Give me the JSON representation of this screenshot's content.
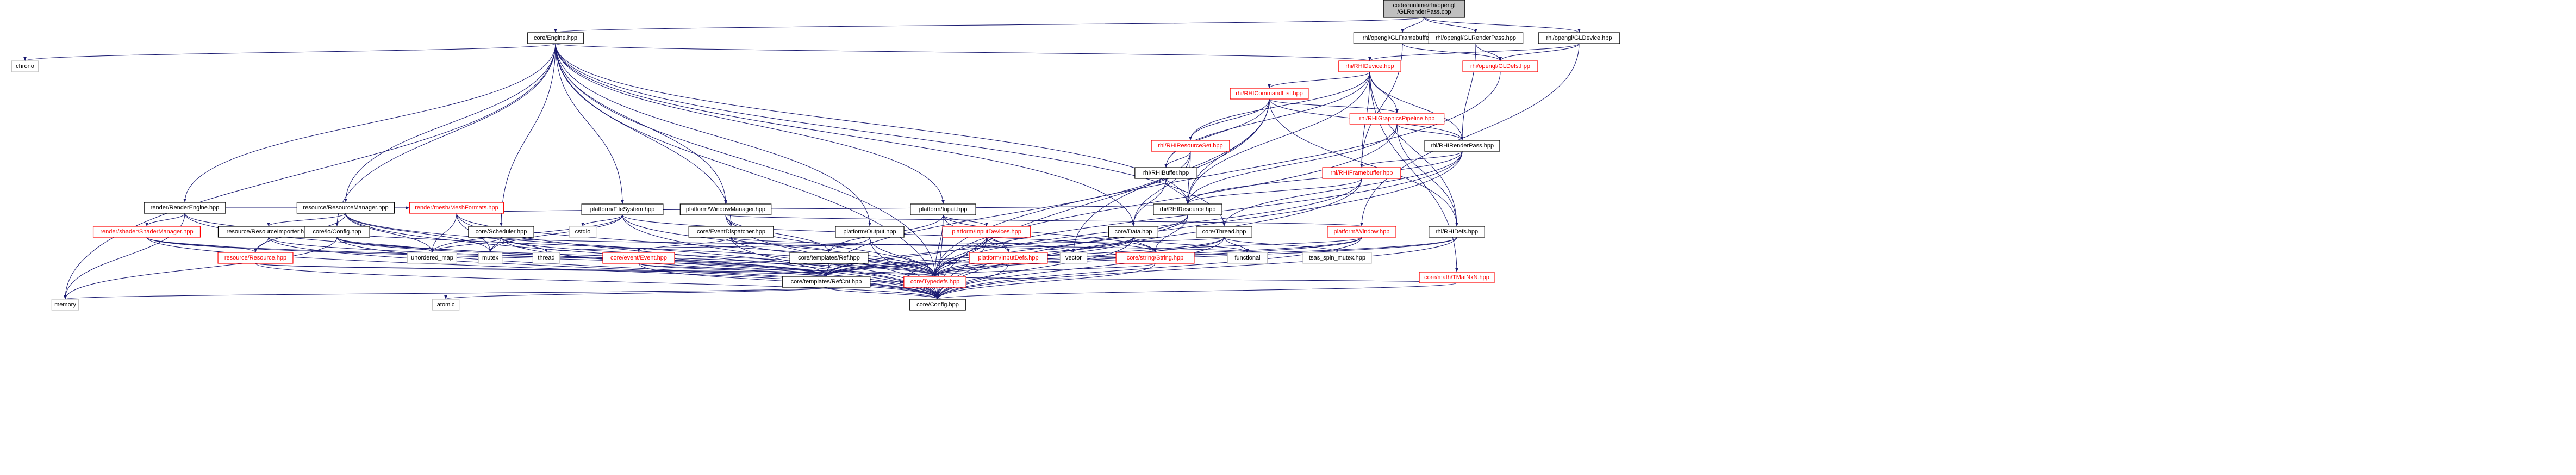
{
  "diagram": {
    "root": "n0",
    "colors": {
      "edge": "#191970",
      "text_normal": "#000000",
      "text_red": "#ff0000",
      "border_normal": "#000000",
      "border_red": "#ff0000",
      "border_gray": "#bfbfbf",
      "fill_root": "#bfbfbf",
      "fill_normal": "#ffffff"
    },
    "nodes": [
      {
        "id": "n0",
        "label": "code/runtime/rhi/opengl\n/GLRenderPass.cpp",
        "style": "root"
      },
      {
        "id": "n1",
        "label": "core/Engine.hpp",
        "style": "normal"
      },
      {
        "id": "n2",
        "label": "rhi/opengl/GLFramebuffer.hpp",
        "style": "normal"
      },
      {
        "id": "n3",
        "label": "rhi/opengl/GLRenderPass.hpp",
        "style": "normal"
      },
      {
        "id": "n4",
        "label": "rhi/opengl/GLDevice.hpp",
        "style": "normal"
      },
      {
        "id": "n5",
        "label": "chrono",
        "style": "gray"
      },
      {
        "id": "n6",
        "label": "rhi/RHIDevice.hpp",
        "style": "red"
      },
      {
        "id": "n7",
        "label": "rhi/opengl/GLDefs.hpp",
        "style": "red"
      },
      {
        "id": "n8",
        "label": "rhi/RHICommandList.hpp",
        "style": "red"
      },
      {
        "id": "n9",
        "label": "rhi/RHIGraphicsPipeline.hpp",
        "style": "red"
      },
      {
        "id": "n10",
        "label": "rhi/RHIResourceSet.hpp",
        "style": "red"
      },
      {
        "id": "n11",
        "label": "rhi/RHIRenderPass.hpp",
        "style": "normal"
      },
      {
        "id": "n12",
        "label": "rhi/RHIBuffer.hpp",
        "style": "normal"
      },
      {
        "id": "n13",
        "label": "rhi/RHIFramebuffer.hpp",
        "style": "red"
      },
      {
        "id": "n14",
        "label": "render/RenderEngine.hpp",
        "style": "normal"
      },
      {
        "id": "n15",
        "label": "resource/ResourceManager.hpp",
        "style": "normal"
      },
      {
        "id": "n16",
        "label": "render/mesh/MeshFormats.hpp",
        "style": "red"
      },
      {
        "id": "n17",
        "label": "platform/FileSystem.hpp",
        "style": "normal"
      },
      {
        "id": "n18",
        "label": "platform/WindowManager.hpp",
        "style": "normal"
      },
      {
        "id": "n19",
        "label": "platform/Input.hpp",
        "style": "normal"
      },
      {
        "id": "n20",
        "label": "rhi/RHIResource.hpp",
        "style": "normal"
      },
      {
        "id": "n21",
        "label": "render/shader/ShaderManager.hpp",
        "style": "red"
      },
      {
        "id": "n22",
        "label": "resource/ResourceImporter.hpp",
        "style": "normal"
      },
      {
        "id": "n23",
        "label": "core/io/Config.hpp",
        "style": "normal"
      },
      {
        "id": "n24",
        "label": "core/Scheduler.hpp",
        "style": "normal"
      },
      {
        "id": "n25",
        "label": "cstdio",
        "style": "gray"
      },
      {
        "id": "n26",
        "label": "core/EventDispatcher.hpp",
        "style": "normal"
      },
      {
        "id": "n27",
        "label": "platform/Output.hpp",
        "style": "normal"
      },
      {
        "id": "n28",
        "label": "platform/InputDevices.hpp",
        "style": "red"
      },
      {
        "id": "n29",
        "label": "core/Data.hpp",
        "style": "normal"
      },
      {
        "id": "n30",
        "label": "core/Thread.hpp",
        "style": "normal"
      },
      {
        "id": "n31",
        "label": "platform/Window.hpp",
        "style": "red"
      },
      {
        "id": "n32",
        "label": "rhi/RHIDefs.hpp",
        "style": "normal"
      },
      {
        "id": "n33",
        "label": "resource/Resource.hpp",
        "style": "red"
      },
      {
        "id": "n34",
        "label": "unordered_map",
        "style": "gray"
      },
      {
        "id": "n35",
        "label": "mutex",
        "style": "gray"
      },
      {
        "id": "n36",
        "label": "core/event/Event.hpp",
        "style": "red"
      },
      {
        "id": "n37",
        "label": "core/templates/Ref.hpp",
        "style": "normal"
      },
      {
        "id": "n38",
        "label": "thread",
        "style": "gray"
      },
      {
        "id": "n39",
        "label": "platform/InputDefs.hpp",
        "style": "red"
      },
      {
        "id": "n40",
        "label": "vector",
        "style": "gray"
      },
      {
        "id": "n41",
        "label": "core/string/String.hpp",
        "style": "red"
      },
      {
        "id": "n42",
        "label": "functional",
        "style": "gray"
      },
      {
        "id": "n43",
        "label": "tsas_spin_mutex.hpp",
        "style": "gray"
      },
      {
        "id": "n44",
        "label": "core/math/TMatNxN.hpp",
        "style": "red"
      },
      {
        "id": "n45",
        "label": "core/templates/RefCnt.hpp",
        "style": "normal"
      },
      {
        "id": "n46",
        "label": "core/Typedefs.hpp",
        "style": "red"
      },
      {
        "id": "n47",
        "label": "memory",
        "style": "gray"
      },
      {
        "id": "n48",
        "label": "atomic",
        "style": "gray"
      },
      {
        "id": "n49",
        "label": "core/Config.hpp",
        "style": "normal"
      }
    ],
    "edges": [
      [
        "n0",
        "n1"
      ],
      [
        "n0",
        "n2"
      ],
      [
        "n0",
        "n3"
      ],
      [
        "n0",
        "n4"
      ],
      [
        "n1",
        "n5"
      ],
      [
        "n1",
        "n47"
      ],
      [
        "n1",
        "n6"
      ],
      [
        "n1",
        "n14"
      ],
      [
        "n1",
        "n15"
      ],
      [
        "n1",
        "n17"
      ],
      [
        "n1",
        "n18"
      ],
      [
        "n1",
        "n19"
      ],
      [
        "n1",
        "n23"
      ],
      [
        "n1",
        "n24"
      ],
      [
        "n1",
        "n26"
      ],
      [
        "n1",
        "n27"
      ],
      [
        "n1",
        "n20"
      ],
      [
        "n1",
        "n46"
      ],
      [
        "n1",
        "n49"
      ],
      [
        "n1",
        "n29"
      ],
      [
        "n1",
        "n30"
      ],
      [
        "n2",
        "n13"
      ],
      [
        "n2",
        "n7"
      ],
      [
        "n3",
        "n11"
      ],
      [
        "n3",
        "n7"
      ],
      [
        "n4",
        "n6"
      ],
      [
        "n4",
        "n7"
      ],
      [
        "n4",
        "n31"
      ],
      [
        "n6",
        "n8"
      ],
      [
        "n6",
        "n9"
      ],
      [
        "n6",
        "n10"
      ],
      [
        "n6",
        "n11"
      ],
      [
        "n6",
        "n12"
      ],
      [
        "n6",
        "n13"
      ],
      [
        "n6",
        "n20"
      ],
      [
        "n6",
        "n32"
      ],
      [
        "n6",
        "n44"
      ],
      [
        "n7",
        "n46"
      ],
      [
        "n8",
        "n9"
      ],
      [
        "n8",
        "n10"
      ],
      [
        "n8",
        "n11"
      ],
      [
        "n8",
        "n12"
      ],
      [
        "n8",
        "n20"
      ],
      [
        "n8",
        "n32"
      ],
      [
        "n8",
        "n40"
      ],
      [
        "n8",
        "n49"
      ],
      [
        "n9",
        "n11"
      ],
      [
        "n9",
        "n20"
      ],
      [
        "n9",
        "n32"
      ],
      [
        "n9",
        "n46"
      ],
      [
        "n10",
        "n12"
      ],
      [
        "n10",
        "n20"
      ],
      [
        "n10",
        "n29"
      ],
      [
        "n10",
        "n45"
      ],
      [
        "n11",
        "n13"
      ],
      [
        "n11",
        "n20"
      ],
      [
        "n11",
        "n30"
      ],
      [
        "n11",
        "n46"
      ],
      [
        "n11",
        "n49"
      ],
      [
        "n12",
        "n20"
      ],
      [
        "n12",
        "n29"
      ],
      [
        "n13",
        "n20"
      ],
      [
        "n13",
        "n46"
      ],
      [
        "n13",
        "n49"
      ],
      [
        "n14",
        "n16"
      ],
      [
        "n14",
        "n21"
      ],
      [
        "n14",
        "n47"
      ],
      [
        "n14",
        "n49"
      ],
      [
        "n14",
        "n46"
      ],
      [
        "n15",
        "n22"
      ],
      [
        "n15",
        "n33"
      ],
      [
        "n15",
        "n34"
      ],
      [
        "n15",
        "n35"
      ],
      [
        "n15",
        "n45"
      ],
      [
        "n15",
        "n49"
      ],
      [
        "n16",
        "n20"
      ],
      [
        "n16",
        "n35"
      ],
      [
        "n16",
        "n34"
      ],
      [
        "n16",
        "n46"
      ],
      [
        "n16",
        "n49"
      ],
      [
        "n17",
        "n25"
      ],
      [
        "n17",
        "n34"
      ],
      [
        "n17",
        "n35"
      ],
      [
        "n17",
        "n41"
      ],
      [
        "n17",
        "n46"
      ],
      [
        "n17",
        "n49"
      ],
      [
        "n18",
        "n31"
      ],
      [
        "n18",
        "n37"
      ],
      [
        "n18",
        "n46"
      ],
      [
        "n18",
        "n49"
      ],
      [
        "n19",
        "n28"
      ],
      [
        "n19",
        "n39"
      ],
      [
        "n19",
        "n37"
      ],
      [
        "n19",
        "n41"
      ],
      [
        "n19",
        "n46"
      ],
      [
        "n19",
        "n49"
      ],
      [
        "n20",
        "n45"
      ],
      [
        "n20",
        "n46"
      ],
      [
        "n20",
        "n41"
      ],
      [
        "n21",
        "n33"
      ],
      [
        "n21",
        "n45"
      ],
      [
        "n21",
        "n46"
      ],
      [
        "n21",
        "n49"
      ],
      [
        "n22",
        "n33"
      ],
      [
        "n22",
        "n45"
      ],
      [
        "n22",
        "n49"
      ],
      [
        "n23",
        "n34"
      ],
      [
        "n23",
        "n47"
      ],
      [
        "n23",
        "n45"
      ],
      [
        "n23",
        "n46"
      ],
      [
        "n23",
        "n49"
      ],
      [
        "n24",
        "n34"
      ],
      [
        "n24",
        "n35"
      ],
      [
        "n24",
        "n38"
      ],
      [
        "n24",
        "n42"
      ],
      [
        "n24",
        "n46"
      ],
      [
        "n24",
        "n49"
      ],
      [
        "n26",
        "n36"
      ],
      [
        "n26",
        "n37"
      ],
      [
        "n26",
        "n40"
      ],
      [
        "n26",
        "n46"
      ],
      [
        "n26",
        "n49"
      ],
      [
        "n27",
        "n37"
      ],
      [
        "n27",
        "n46"
      ],
      [
        "n27",
        "n49"
      ],
      [
        "n28",
        "n39"
      ],
      [
        "n28",
        "n45"
      ],
      [
        "n28",
        "n46"
      ],
      [
        "n28",
        "n49"
      ],
      [
        "n28",
        "n40"
      ],
      [
        "n29",
        "n40"
      ],
      [
        "n29",
        "n41"
      ],
      [
        "n29",
        "n42"
      ],
      [
        "n29",
        "n45"
      ],
      [
        "n29",
        "n46"
      ],
      [
        "n29",
        "n49"
      ],
      [
        "n30",
        "n38"
      ],
      [
        "n30",
        "n42"
      ],
      [
        "n30",
        "n43"
      ],
      [
        "n30",
        "n45"
      ],
      [
        "n30",
        "n46"
      ],
      [
        "n30",
        "n49"
      ],
      [
        "n31",
        "n41"
      ],
      [
        "n31",
        "n45"
      ],
      [
        "n31",
        "n46"
      ],
      [
        "n31",
        "n49"
      ],
      [
        "n32",
        "n45"
      ],
      [
        "n32",
        "n46"
      ],
      [
        "n32",
        "n49"
      ],
      [
        "n33",
        "n45"
      ],
      [
        "n33",
        "n46"
      ],
      [
        "n33",
        "n49"
      ],
      [
        "n36",
        "n45"
      ],
      [
        "n36",
        "n46"
      ],
      [
        "n36",
        "n49"
      ],
      [
        "n37",
        "n45"
      ],
      [
        "n39",
        "n46"
      ],
      [
        "n39",
        "n49"
      ],
      [
        "n41",
        "n46"
      ],
      [
        "n41",
        "n49"
      ],
      [
        "n44",
        "n46"
      ],
      [
        "n44",
        "n49"
      ],
      [
        "n45",
        "n46"
      ],
      [
        "n45",
        "n47"
      ],
      [
        "n45",
        "n48"
      ],
      [
        "n45",
        "n49"
      ],
      [
        "n46",
        "n49"
      ]
    ]
  }
}
